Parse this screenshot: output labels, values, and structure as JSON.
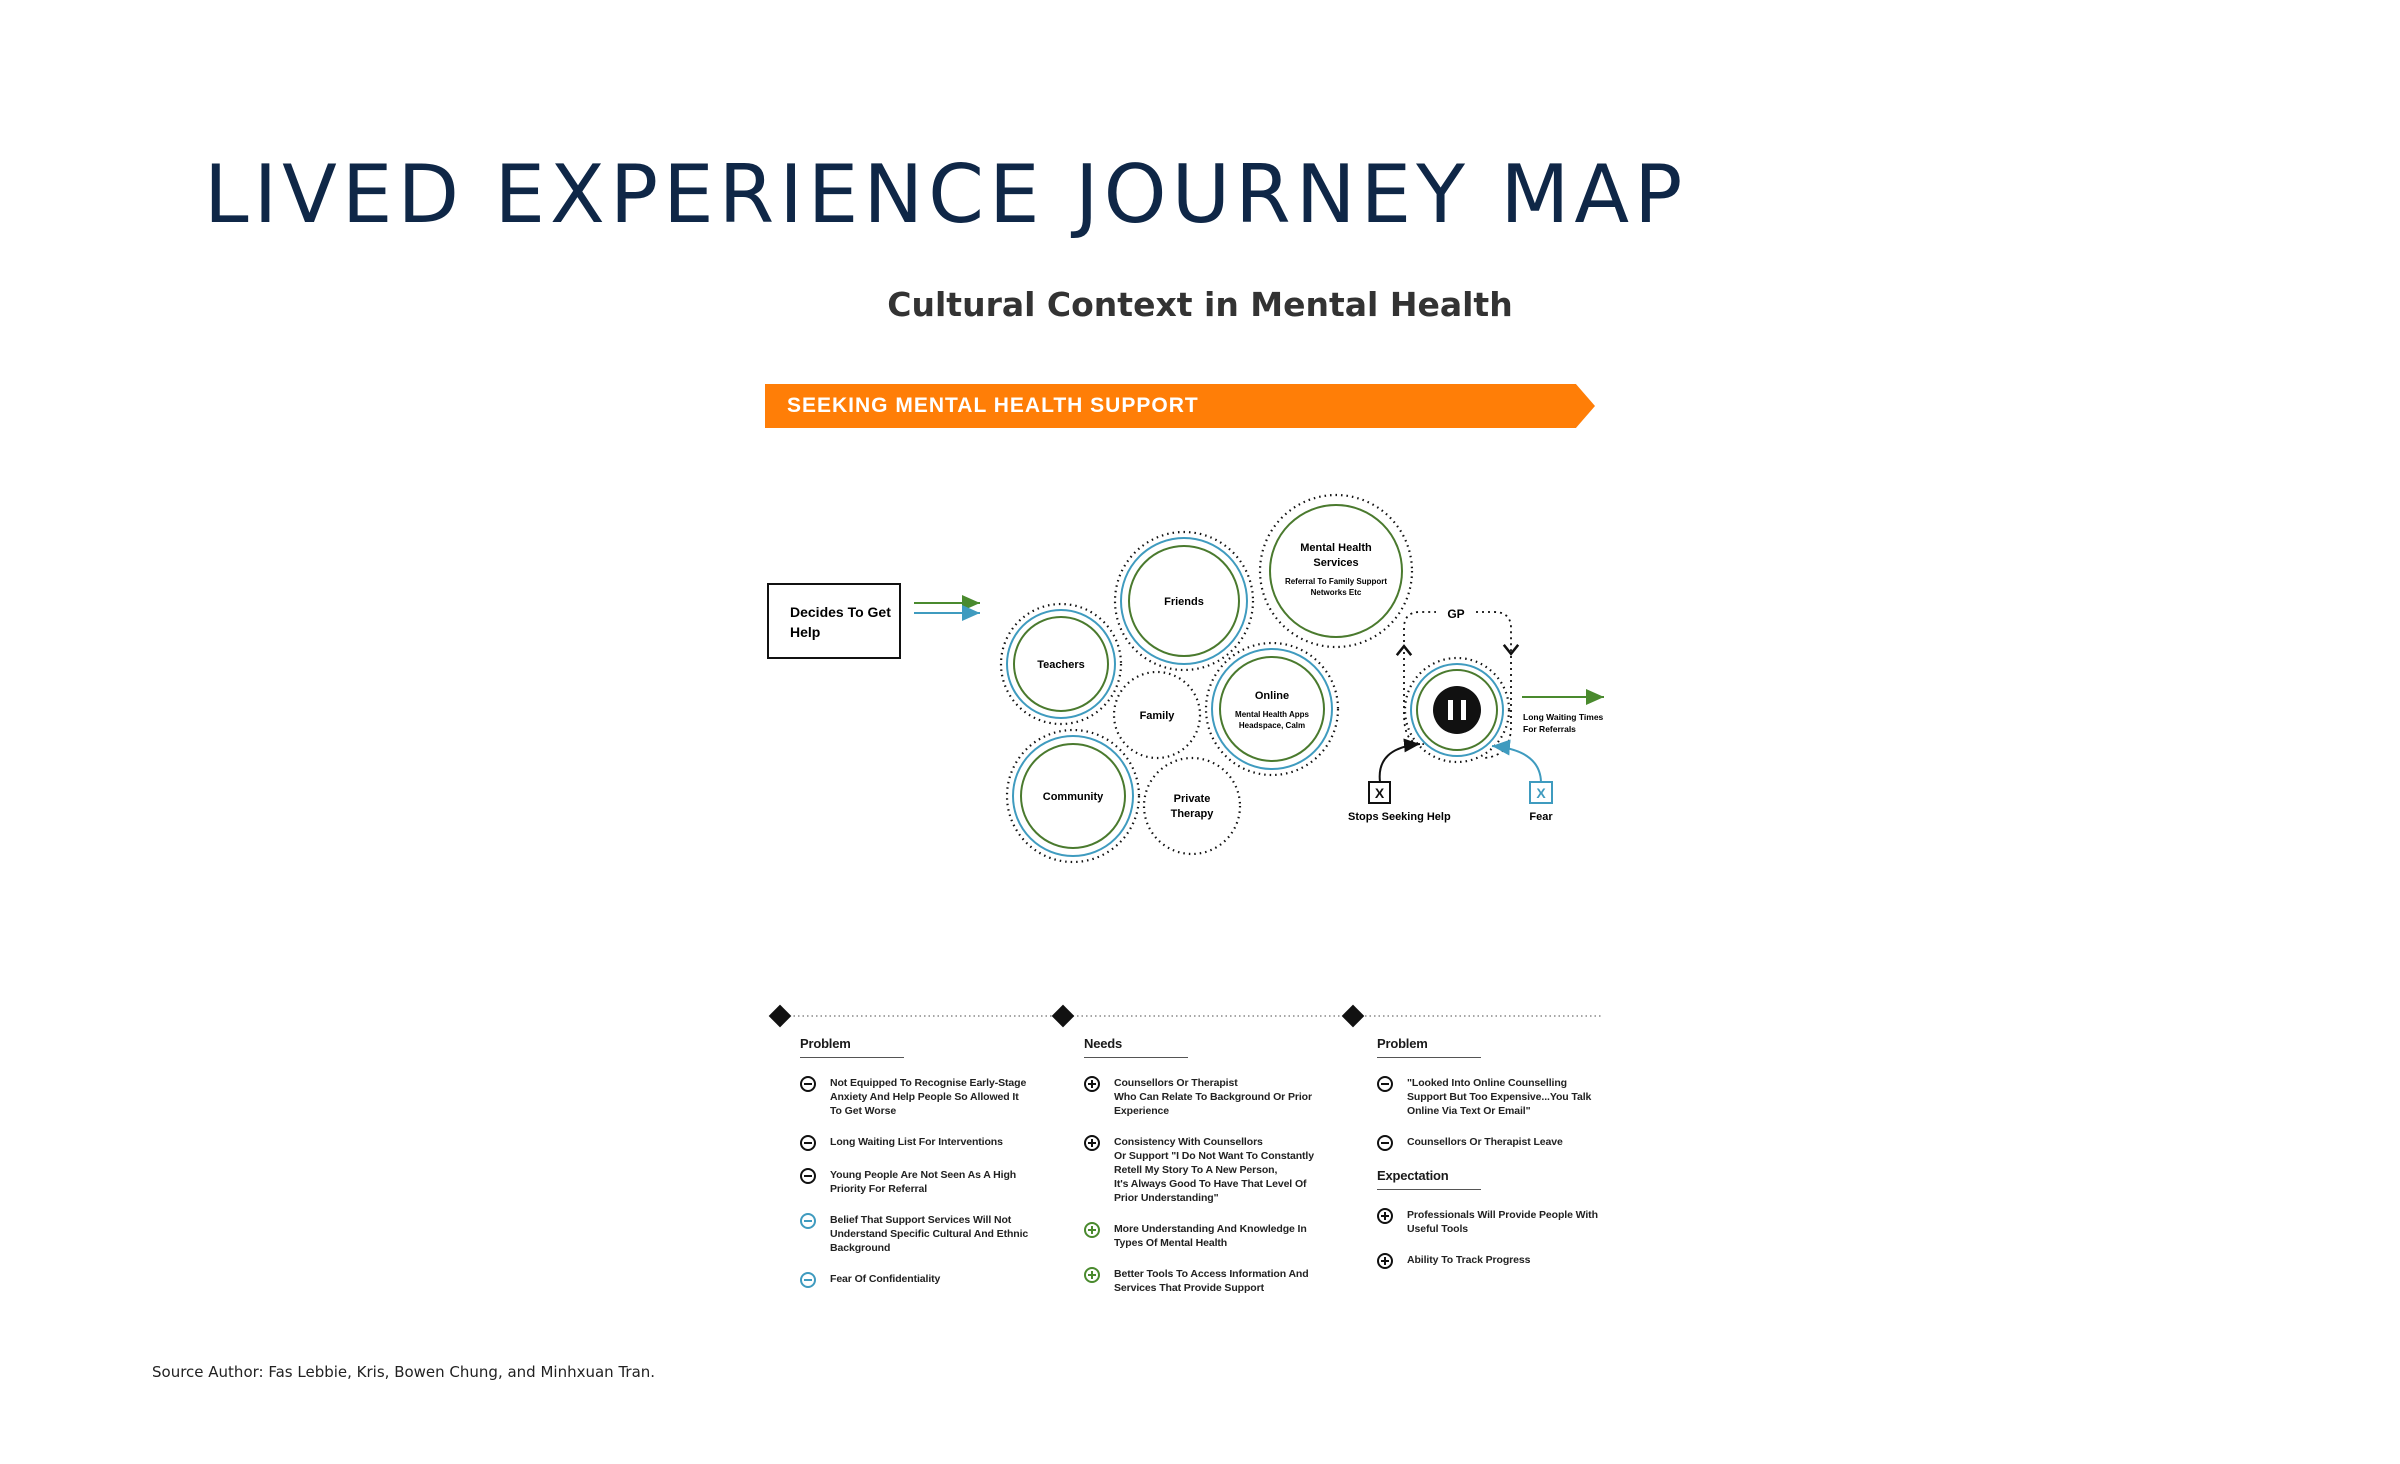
{
  "title": "LIVED EXPERIENCE JOURNEY MAP",
  "subtitle": "Cultural Context in Mental Health",
  "banner": "SEEKING MENTAL HEALTH SUPPORT",
  "diagram": {
    "start_box": [
      "Decides To Get",
      "Help"
    ],
    "nodes": {
      "teachers": "Teachers",
      "friends": "Friends",
      "mental_health": [
        "Mental Health",
        "Services"
      ],
      "mental_health_sub": [
        "Referral To Family Support",
        "Networks Etc"
      ],
      "family": "Family",
      "online": "Online",
      "online_sub": [
        "Mental Health Apps",
        "Headspace, Calm"
      ],
      "community": "Community",
      "private": [
        "Private",
        "Therapy"
      ]
    },
    "gp": "GP",
    "waiting": [
      "Long Waiting Times",
      "For Referrals"
    ],
    "stop_mark": "X",
    "stops": "Stops Seeking Help",
    "fear_mark": "X",
    "fear": "Fear"
  },
  "columns": [
    {
      "heading": "Problem",
      "items": [
        {
          "icon": "minus",
          "color": "dark",
          "lines": [
            "Not Equipped To Recognise Early-Stage",
            "Anxiety And Help People So Allowed It",
            "To Get Worse"
          ]
        },
        {
          "icon": "minus",
          "color": "dark",
          "lines": [
            "Long Waiting List For Interventions"
          ]
        },
        {
          "icon": "minus",
          "color": "dark",
          "lines": [
            "Young People Are Not Seen As A High",
            "Priority For Referral"
          ]
        },
        {
          "icon": "minus",
          "color": "blue",
          "lines": [
            "Belief That Support Services Will Not",
            "Understand Specific Cultural And Ethnic",
            "Background"
          ]
        },
        {
          "icon": "minus",
          "color": "blue",
          "lines": [
            "Fear Of Confidentiality"
          ]
        }
      ]
    },
    {
      "heading": "Needs",
      "items": [
        {
          "icon": "plus",
          "color": "dark",
          "lines": [
            "Counsellors Or Therapist",
            "Who Can Relate To Background Or Prior",
            "Experience"
          ]
        },
        {
          "icon": "plus",
          "color": "dark",
          "lines": [
            "Consistency With Counsellors",
            "Or Support \"I Do Not Want To Constantly",
            "Retell My Story To A New Person,",
            "It's Always Good To Have That Level Of",
            "Prior Understanding\""
          ]
        },
        {
          "icon": "plus",
          "color": "green",
          "lines": [
            "More Understanding And Knowledge In",
            "Types Of Mental Health"
          ]
        },
        {
          "icon": "plus",
          "color": "green",
          "lines": [
            "Better Tools To Access Information And",
            "Services That Provide Support"
          ]
        }
      ]
    },
    {
      "heading": "Problem",
      "items": [
        {
          "icon": "minus",
          "color": "dark",
          "lines": [
            "\"Looked Into Online Counselling",
            "Support But Too Expensive...You Talk",
            "Online Via Text Or Email\""
          ]
        },
        {
          "icon": "minus",
          "color": "dark",
          "lines": [
            "Counsellors Or Therapist Leave"
          ]
        }
      ],
      "heading2": "Expectation",
      "items2": [
        {
          "icon": "plus",
          "color": "dark",
          "lines": [
            "Professionals Will Provide People With",
            "Useful Tools"
          ]
        },
        {
          "icon": "plus",
          "color": "dark",
          "lines": [
            "Ability To Track Progress"
          ]
        }
      ]
    }
  ],
  "source": "Source Author: Fas Lebbie, Kris, Bowen Chung, and Minhxuan Tran."
}
